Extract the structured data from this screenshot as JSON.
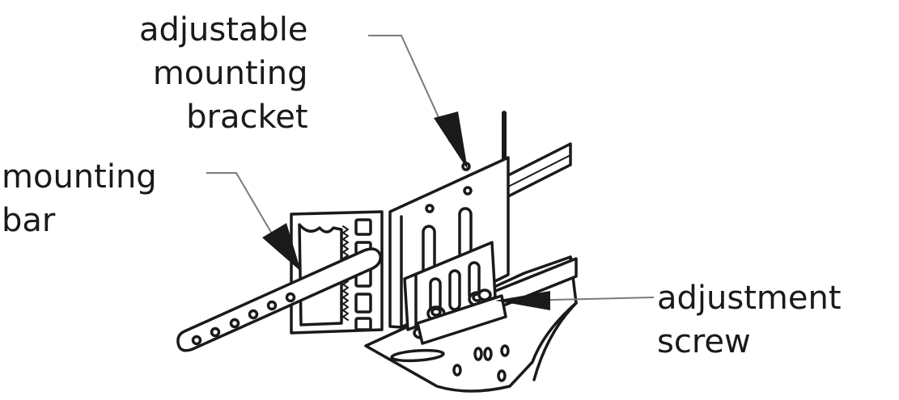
{
  "labels": {
    "bracket": [
      "adjustable",
      "mounting",
      "bracket"
    ],
    "bar": [
      "mounting",
      "bar"
    ],
    "screw": [
      "adjustment",
      "screw"
    ]
  },
  "colors": {
    "ink": "#1a1a1a",
    "paper": "#ffffff",
    "leader": "#7a7a7a"
  }
}
